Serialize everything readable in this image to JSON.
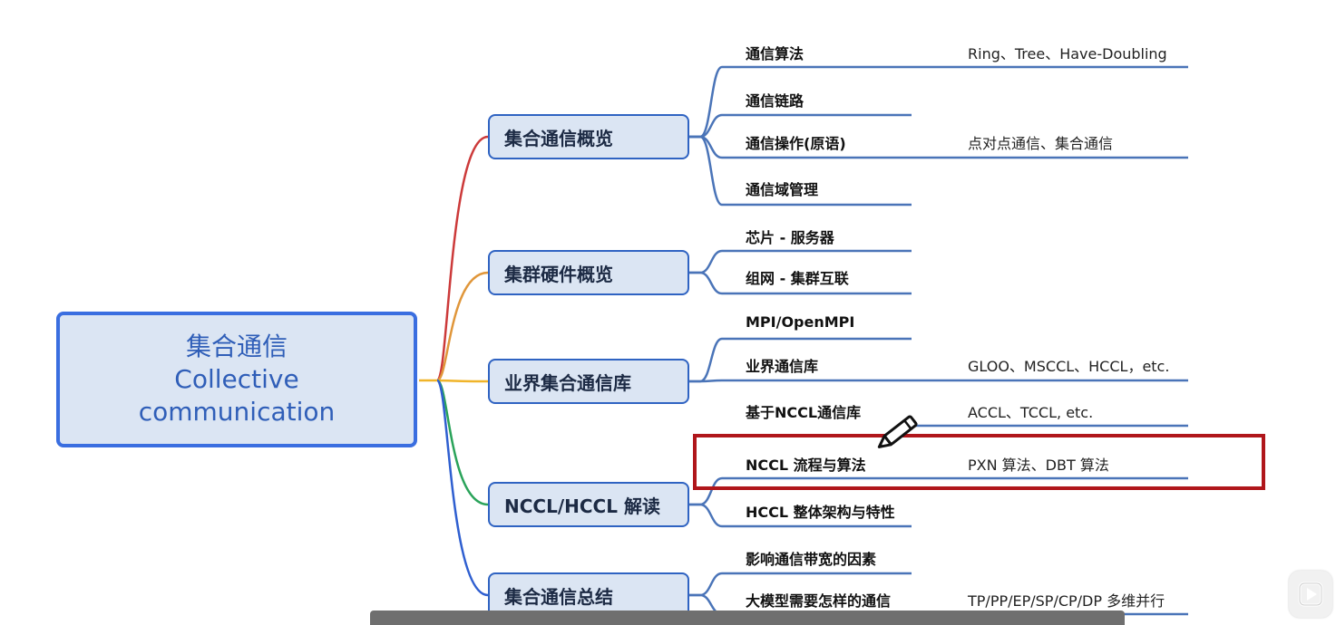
{
  "root": {
    "line1": "集合通信",
    "line2": "Collective",
    "line3": "communication"
  },
  "branches": [
    {
      "label": "集合通信概览",
      "color": "#cc3a3a",
      "children": [
        {
          "label": "通信算法",
          "note": "Ring、Tree、Have-Doubling"
        },
        {
          "label": "通信链路",
          "note": ""
        },
        {
          "label": "通信操作(原语)",
          "note": "点对点通信、集合通信"
        },
        {
          "label": "通信域管理",
          "note": ""
        }
      ]
    },
    {
      "label": "集群硬件概览",
      "color": "#e0963a",
      "children": [
        {
          "label": "芯片 - 服务器",
          "note": ""
        },
        {
          "label": "组网 - 集群互联",
          "note": ""
        }
      ]
    },
    {
      "label": "业界集合通信库",
      "color": "#f0b429",
      "children": [
        {
          "label": "MPI/OpenMPI",
          "note": ""
        },
        {
          "label": "业界通信库",
          "note": "GLOO、MSCCL、HCCL，etc."
        },
        {
          "label": "基于NCCL通信库",
          "note": "ACCL、TCCL, etc."
        }
      ]
    },
    {
      "label": "NCCL/HCCL 解读",
      "color": "#2aa35a",
      "children": [
        {
          "label": "NCCL 流程与算法",
          "note": "PXN 算法、DBT 算法"
        },
        {
          "label": "HCCL 整体架构与特性",
          "note": ""
        }
      ]
    },
    {
      "label": "集合通信总结",
      "color": "#2f5fd0",
      "children": [
        {
          "label": "影响通信带宽的因素",
          "note": ""
        },
        {
          "label": "大模型需要怎样的通信",
          "note": "TP/PP/EP/SP/CP/DP 多维并行"
        }
      ]
    }
  ],
  "colors": {
    "line": "#4a74b8",
    "highlight": "#b0161b",
    "node_fill": "#dbe5f3"
  },
  "icons": [
    "pencil-icon",
    "play-icon"
  ]
}
